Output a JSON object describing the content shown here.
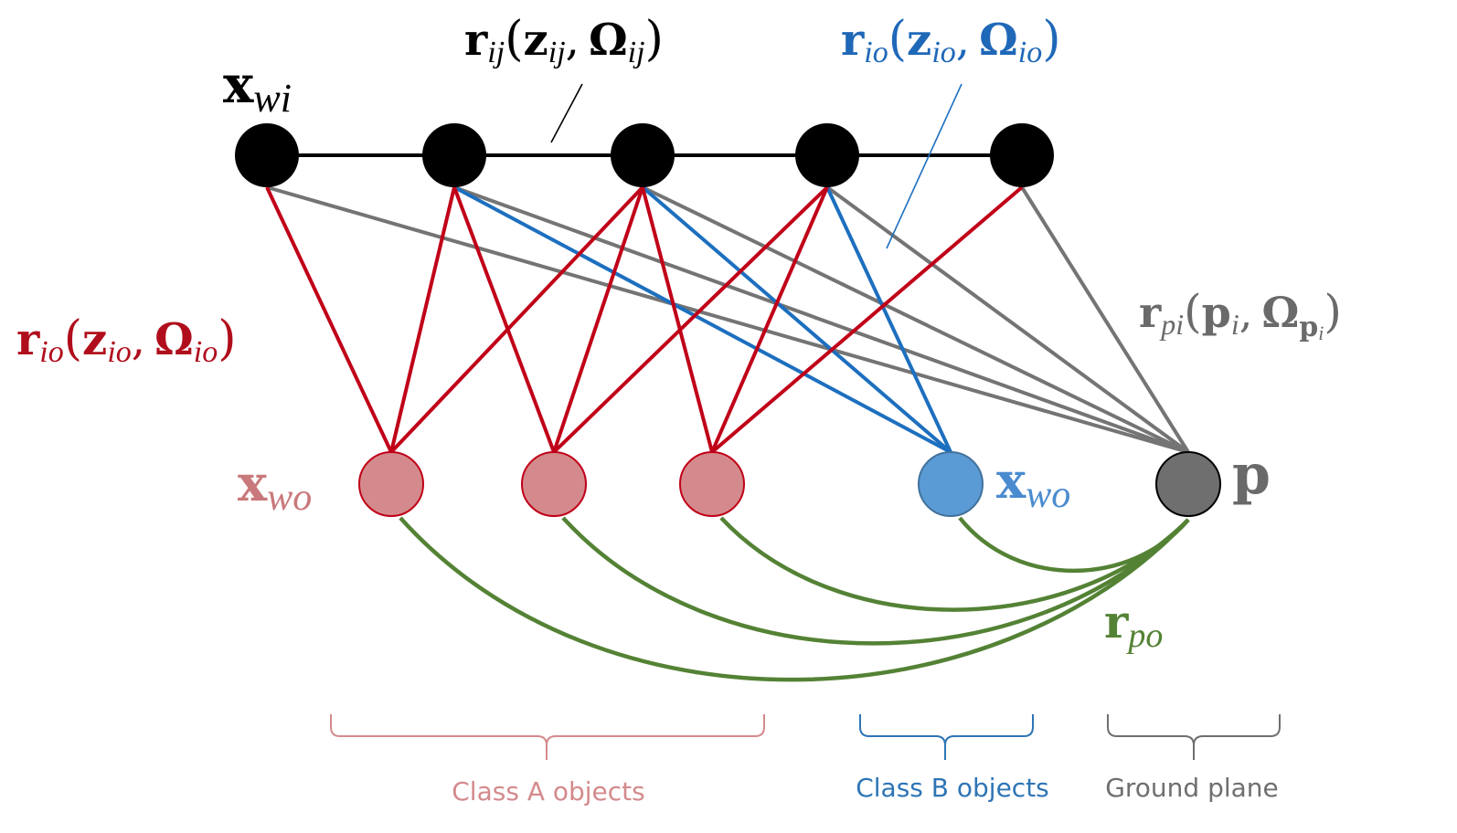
{
  "colors": {
    "pose": "#000000",
    "odometry_edge": "#000000",
    "class_a_edge": "#c00018",
    "class_a_node_fill": "#d48a8c",
    "class_a_node_stroke": "#c00018",
    "class_a_text": "#c9787b",
    "class_b_edge": "#1d6fbf",
    "class_b_node_fill": "#5b9bd5",
    "class_b_node_stroke": "#41719c",
    "class_b_text": "#4a8bd0",
    "ground_edge": "#747474",
    "ground_node_fill": "#6f6f6f",
    "ground_text": "#6f6f6f",
    "plane_object_edge": "#548235",
    "label_red": "#b00e1c",
    "label_blue": "#1f68b8",
    "label_gray": "#6a6a6a",
    "label_green": "#548235"
  },
  "nodes": {
    "poses": [
      {
        "id": "x_w1",
        "kind": "pose"
      },
      {
        "id": "x_w2",
        "kind": "pose"
      },
      {
        "id": "x_w3",
        "kind": "pose"
      },
      {
        "id": "x_w4",
        "kind": "pose"
      },
      {
        "id": "x_w5",
        "kind": "pose"
      }
    ],
    "objects": [
      {
        "id": "A1",
        "class": "A"
      },
      {
        "id": "A2",
        "class": "A"
      },
      {
        "id": "A3",
        "class": "A"
      },
      {
        "id": "B1",
        "class": "B"
      },
      {
        "id": "P",
        "class": "ground"
      }
    ]
  },
  "edges": {
    "odometry": [
      [
        "x_w1",
        "x_w2"
      ],
      [
        "x_w2",
        "x_w3"
      ],
      [
        "x_w3",
        "x_w4"
      ],
      [
        "x_w4",
        "x_w5"
      ]
    ],
    "class_a": [
      [
        "x_w1",
        "A1"
      ],
      [
        "x_w2",
        "A1"
      ],
      [
        "x_w2",
        "A2"
      ],
      [
        "x_w3",
        "A1"
      ],
      [
        "x_w3",
        "A2"
      ],
      [
        "x_w3",
        "A3"
      ],
      [
        "x_w4",
        "A2"
      ],
      [
        "x_w4",
        "A3"
      ],
      [
        "x_w5",
        "A3"
      ]
    ],
    "class_b": [
      [
        "x_w2",
        "B1"
      ],
      [
        "x_w3",
        "B1"
      ],
      [
        "x_w4",
        "B1"
      ]
    ],
    "ground": [
      [
        "x_w1",
        "P"
      ],
      [
        "x_w2",
        "P"
      ],
      [
        "x_w3",
        "P"
      ],
      [
        "x_w4",
        "P"
      ],
      [
        "x_w5",
        "P"
      ]
    ],
    "plane_object": [
      [
        "A1",
        "P"
      ],
      [
        "A2",
        "P"
      ],
      [
        "A3",
        "P"
      ],
      [
        "B1",
        "P"
      ]
    ]
  },
  "labels": {
    "pose": {
      "main": "x",
      "sub": "wi"
    },
    "odometry": {
      "main": "r",
      "sub": "ij",
      "arg1": "z",
      "arg1_sub": "ij",
      "arg2": "Ω",
      "arg2_sub": "ij"
    },
    "class_b_factor": {
      "main": "r",
      "sub": "io",
      "arg1": "z",
      "arg1_sub": "io",
      "arg2": "Ω",
      "arg2_sub": "io"
    },
    "class_a_factor": {
      "main": "r",
      "sub": "io",
      "arg1": "z",
      "arg1_sub": "io",
      "arg2": "Ω",
      "arg2_sub": "io"
    },
    "ground_factor": {
      "main": "r",
      "sub": "pi",
      "arg1": "p",
      "arg1_sub": "i",
      "arg2": "Ω",
      "arg2_sub": "p",
      "arg2_subsub": "i"
    },
    "class_a_object": {
      "main": "x",
      "sub": "wo"
    },
    "class_b_object": {
      "main": "x",
      "sub": "wo"
    },
    "ground_node": {
      "main": "p"
    },
    "plane_object_factor": {
      "main": "r",
      "sub": "po"
    },
    "open_paren": "(",
    "close_paren": ")",
    "comma": ","
  },
  "groups": {
    "class_a": "Class A objects",
    "class_b": "Class B objects",
    "ground": "Ground plane"
  }
}
